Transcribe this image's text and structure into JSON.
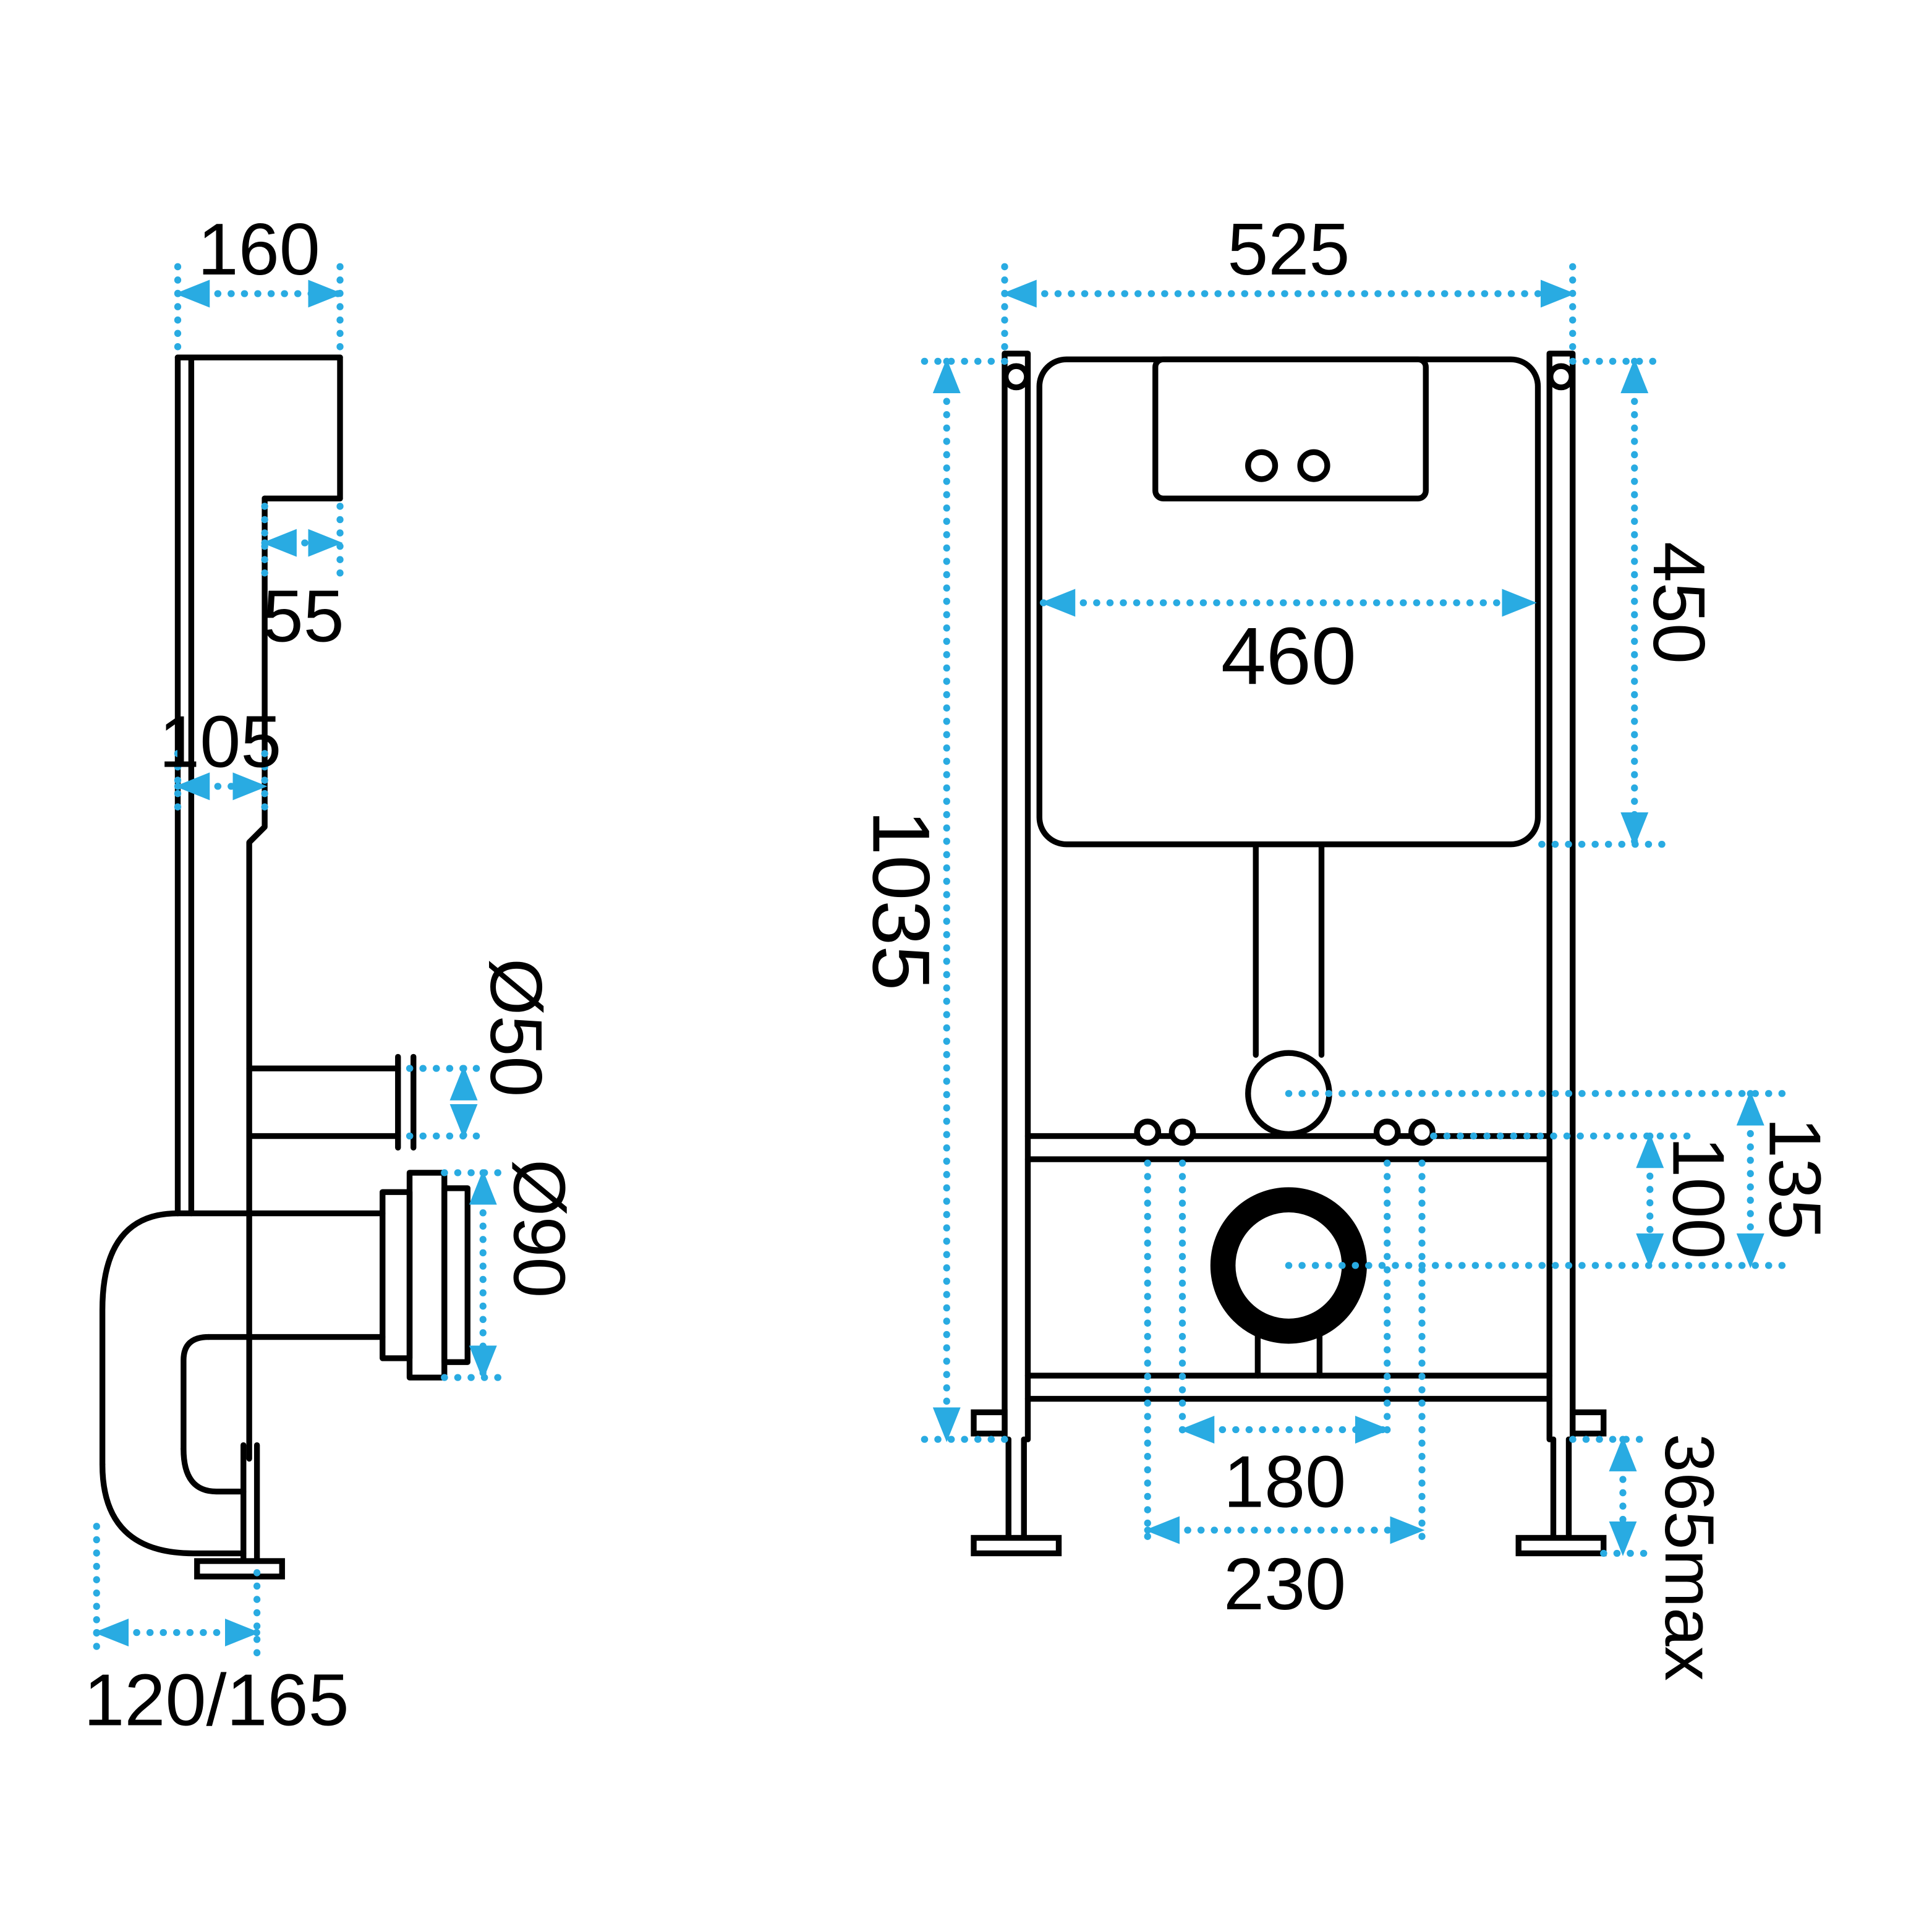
{
  "diagram": {
    "accent_color": "#29abe2",
    "line_color": "#000000",
    "side_view": {
      "dim_depth": "160",
      "dim_cistern_front": "55",
      "dim_frame_depth": "105",
      "dim_flush_pipe": "Ø50",
      "dim_outlet_pipe": "Ø90",
      "dim_outlet_offset": "120/165"
    },
    "front_view": {
      "dim_width": "525",
      "dim_tank_width": "460",
      "dim_tank_height": "450",
      "dim_frame_height": "1035",
      "dim_flush_to_outlet": "135",
      "dim_bar_to_outlet": "100",
      "dim_fixing_inner": "180",
      "dim_fixing_outer": "230",
      "dim_foot_range": "365max"
    }
  }
}
